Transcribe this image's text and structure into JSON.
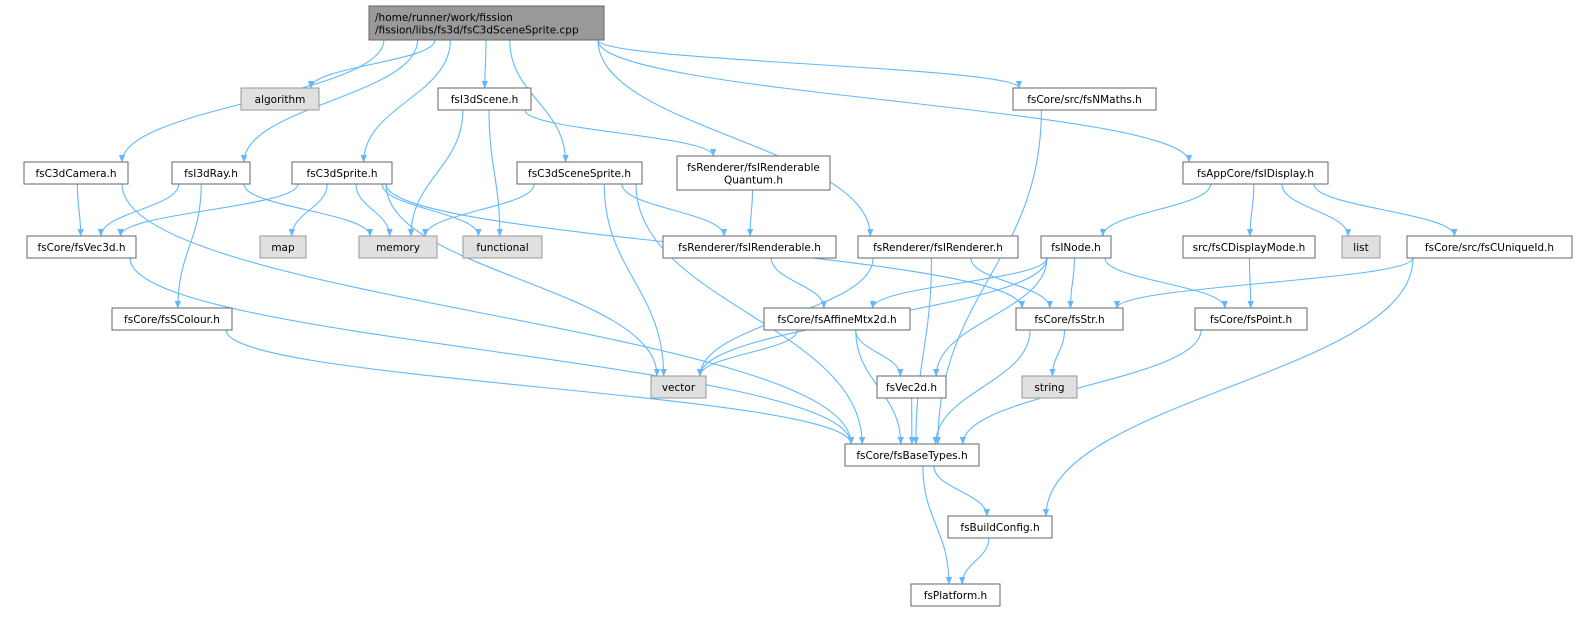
{
  "colors": {
    "edge": "#63b8ff",
    "root_fill": "#999999",
    "root_stroke": "#666666",
    "file_fill": "#ffffff",
    "file_stroke": "#666666",
    "system_fill": "#e0e0e0",
    "system_stroke": "#999999"
  },
  "nodes": [
    {
      "id": "root",
      "lines": [
        "/home/runner/work/fission",
        "/fission/libs/fs3d/fsC3dSceneSprite.cpp"
      ],
      "kind": "root"
    },
    {
      "id": "algorithm",
      "lines": [
        "algorithm"
      ],
      "kind": "system"
    },
    {
      "id": "fsI3dScene",
      "lines": [
        "fsI3dScene.h"
      ],
      "kind": "file"
    },
    {
      "id": "fsNMaths",
      "lines": [
        "fsCore/src/fsNMaths.h"
      ],
      "kind": "file"
    },
    {
      "id": "fsC3dCamera",
      "lines": [
        "fsC3dCamera.h"
      ],
      "kind": "file"
    },
    {
      "id": "fsI3dRay",
      "lines": [
        "fsI3dRay.h"
      ],
      "kind": "file"
    },
    {
      "id": "fsC3dSprite",
      "lines": [
        "fsC3dSprite.h"
      ],
      "kind": "file"
    },
    {
      "id": "fsC3dSceneSprite",
      "lines": [
        "fsC3dSceneSprite.h"
      ],
      "kind": "file"
    },
    {
      "id": "fsIRenderableQuantum",
      "lines": [
        "fsRenderer/fsIRenderable",
        "Quantum.h"
      ],
      "kind": "file"
    },
    {
      "id": "fsIDisplay",
      "lines": [
        "fsAppCore/fsIDisplay.h"
      ],
      "kind": "file"
    },
    {
      "id": "fsVec3d",
      "lines": [
        "fsCore/fsVec3d.h"
      ],
      "kind": "file"
    },
    {
      "id": "map",
      "lines": [
        "map"
      ],
      "kind": "system"
    },
    {
      "id": "memory",
      "lines": [
        "memory"
      ],
      "kind": "system"
    },
    {
      "id": "functional",
      "lines": [
        "functional"
      ],
      "kind": "system"
    },
    {
      "id": "fsIRenderable",
      "lines": [
        "fsRenderer/fsIRenderable.h"
      ],
      "kind": "file"
    },
    {
      "id": "fsIRenderer",
      "lines": [
        "fsRenderer/fsIRenderer.h"
      ],
      "kind": "file"
    },
    {
      "id": "fsINode",
      "lines": [
        "fsINode.h"
      ],
      "kind": "file"
    },
    {
      "id": "fsCDisplayMode",
      "lines": [
        "src/fsCDisplayMode.h"
      ],
      "kind": "file"
    },
    {
      "id": "list",
      "lines": [
        "list"
      ],
      "kind": "system"
    },
    {
      "id": "fsCUniqueId",
      "lines": [
        "fsCore/src/fsCUniqueId.h"
      ],
      "kind": "file"
    },
    {
      "id": "fsSColour",
      "lines": [
        "fsCore/fsSColour.h"
      ],
      "kind": "file"
    },
    {
      "id": "fsAffineMtx2d",
      "lines": [
        "fsCore/fsAffineMtx2d.h"
      ],
      "kind": "file"
    },
    {
      "id": "fsStr",
      "lines": [
        "fsCore/fsStr.h"
      ],
      "kind": "file"
    },
    {
      "id": "fsPoint",
      "lines": [
        "fsCore/fsPoint.h"
      ],
      "kind": "file"
    },
    {
      "id": "vector",
      "lines": [
        "vector"
      ],
      "kind": "system"
    },
    {
      "id": "fsVec2d",
      "lines": [
        "fsVec2d.h"
      ],
      "kind": "file"
    },
    {
      "id": "string",
      "lines": [
        "string"
      ],
      "kind": "system"
    },
    {
      "id": "fsBaseTypes",
      "lines": [
        "fsCore/fsBaseTypes.h"
      ],
      "kind": "file"
    },
    {
      "id": "fsBuildConfig",
      "lines": [
        "fsBuildConfig.h"
      ],
      "kind": "file"
    },
    {
      "id": "fsPlatform",
      "lines": [
        "fsPlatform.h"
      ],
      "kind": "file"
    }
  ],
  "edges": [
    [
      "root",
      "fsC3dCamera"
    ],
    [
      "root",
      "algorithm"
    ],
    [
      "root",
      "fsI3dRay"
    ],
    [
      "root",
      "fsC3dSprite"
    ],
    [
      "root",
      "fsI3dScene"
    ],
    [
      "root",
      "fsC3dSceneSprite"
    ],
    [
      "root",
      "fsIRenderer"
    ],
    [
      "root",
      "fsNMaths"
    ],
    [
      "root",
      "fsIDisplay"
    ],
    [
      "fsC3dCamera",
      "fsVec3d"
    ],
    [
      "fsC3dCamera",
      "fsBaseTypes"
    ],
    [
      "fsI3dRay",
      "fsVec3d"
    ],
    [
      "fsI3dRay",
      "memory"
    ],
    [
      "fsI3dRay",
      "fsSColour"
    ],
    [
      "fsC3dSprite",
      "fsVec3d"
    ],
    [
      "fsC3dSprite",
      "map"
    ],
    [
      "fsC3dSprite",
      "memory"
    ],
    [
      "fsC3dSprite",
      "functional"
    ],
    [
      "fsC3dSprite",
      "vector"
    ],
    [
      "fsC3dSprite",
      "fsStr"
    ],
    [
      "fsI3dScene",
      "memory"
    ],
    [
      "fsI3dScene",
      "functional"
    ],
    [
      "fsI3dScene",
      "fsIRenderableQuantum"
    ],
    [
      "fsC3dSceneSprite",
      "memory"
    ],
    [
      "fsC3dSceneSprite",
      "fsIRenderable"
    ],
    [
      "fsC3dSceneSprite",
      "vector"
    ],
    [
      "fsC3dSceneSprite",
      "fsBaseTypes"
    ],
    [
      "fsIRenderableQuantum",
      "fsIRenderable"
    ],
    [
      "fsIRenderable",
      "fsAffineMtx2d"
    ],
    [
      "fsIRenderer",
      "vector"
    ],
    [
      "fsIRenderer",
      "fsStr"
    ],
    [
      "fsIRenderer",
      "fsBaseTypes"
    ],
    [
      "fsNMaths",
      "fsBaseTypes"
    ],
    [
      "fsIDisplay",
      "fsINode"
    ],
    [
      "fsIDisplay",
      "fsCDisplayMode"
    ],
    [
      "fsIDisplay",
      "list"
    ],
    [
      "fsIDisplay",
      "fsCUniqueId"
    ],
    [
      "fsINode",
      "fsAffineMtx2d"
    ],
    [
      "fsINode",
      "fsStr"
    ],
    [
      "fsINode",
      "fsPoint"
    ],
    [
      "fsINode",
      "vector"
    ],
    [
      "fsINode",
      "fsVec2d"
    ],
    [
      "fsCDisplayMode",
      "fsPoint"
    ],
    [
      "fsCUniqueId",
      "fsStr"
    ],
    [
      "fsCUniqueId",
      "fsBuildConfig"
    ],
    [
      "fsVec3d",
      "fsBaseTypes"
    ],
    [
      "fsSColour",
      "fsBaseTypes"
    ],
    [
      "fsAffineMtx2d",
      "vector"
    ],
    [
      "fsAffineMtx2d",
      "fsVec2d"
    ],
    [
      "fsAffineMtx2d",
      "fsBaseTypes"
    ],
    [
      "fsStr",
      "string"
    ],
    [
      "fsStr",
      "fsBaseTypes"
    ],
    [
      "fsPoint",
      "fsBaseTypes"
    ],
    [
      "fsVec2d",
      "fsBaseTypes"
    ],
    [
      "fsBaseTypes",
      "fsBuildConfig"
    ],
    [
      "fsBaseTypes",
      "fsPlatform"
    ],
    [
      "fsBuildConfig",
      "fsPlatform"
    ]
  ]
}
